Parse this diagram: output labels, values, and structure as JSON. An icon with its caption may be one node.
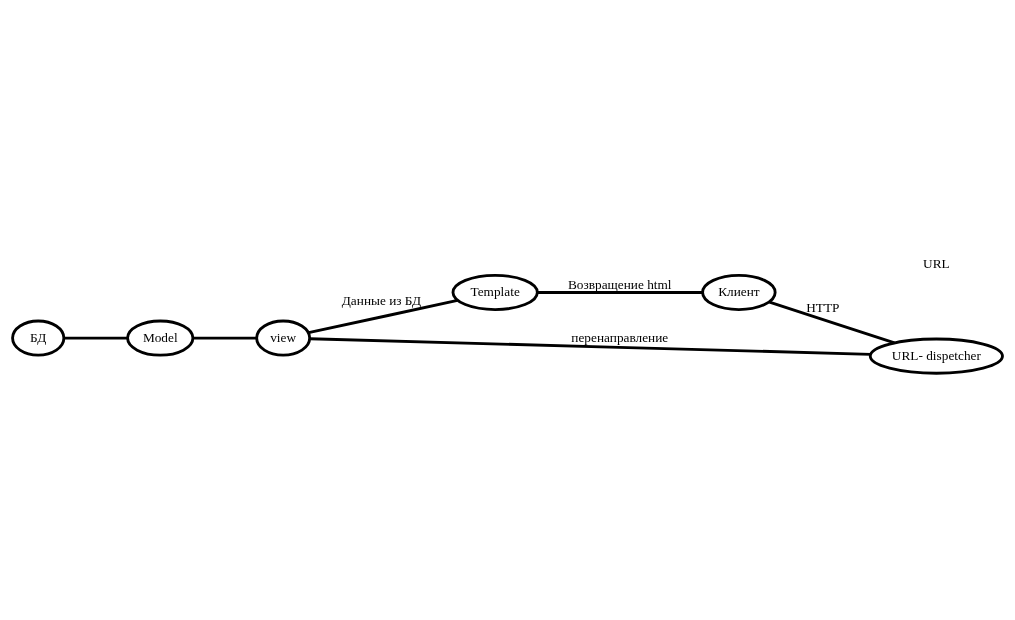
{
  "diagram": {
    "nodes": [
      {
        "text": [
          "БД"
        ]
      },
      {
        "text": [
          "Model"
        ]
      },
      {
        "text": [
          "view"
        ]
      },
      {
        "text": [
          "Клиент"
        ]
      },
      {
        "text": [
          "URL- dispetcher"
        ]
      },
      {
        "text": [
          "Template"
        ]
      }
    ],
    "edges": [
      {
        "from": 0,
        "to": 1,
        "arrow": "none"
      },
      {
        "from": 1,
        "to": 2,
        "arrow": "none"
      },
      {
        "from": 3,
        "to": 4,
        "arrow": "none",
        "label": "HTTP"
      },
      {
        "from": 4,
        "to": 2,
        "arrow": "none",
        "label": "перенаправление"
      },
      {
        "from": 2,
        "to": 5,
        "arrow": "none",
        "label": "Данные из БД"
      },
      {
        "from": 5,
        "to": 3,
        "arrow": "none",
        "label": "Возвращение html"
      }
    ],
    "labels": [
      "URL"
    ]
  }
}
